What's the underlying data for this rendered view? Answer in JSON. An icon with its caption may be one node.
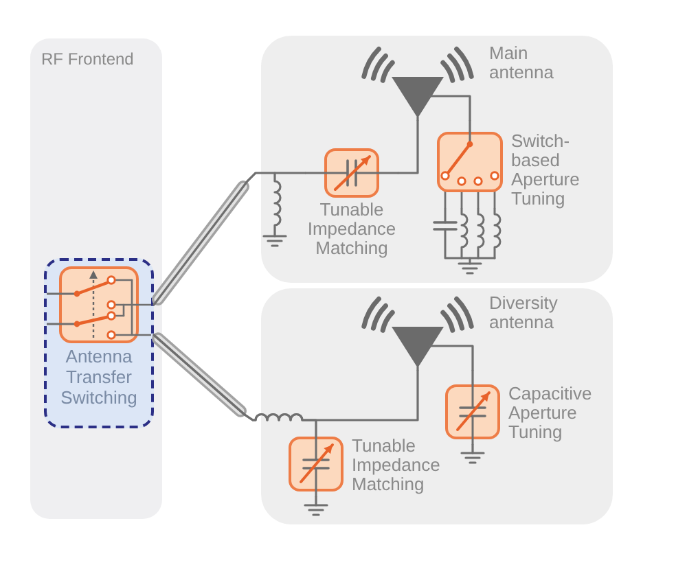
{
  "diagram": {
    "nodes": [
      {
        "text": [
          "RF Frontend"
        ]
      },
      {
        "text": [
          "Antenna Transfer Switching"
        ],
        "in": 0
      },
      {
        "text": [],
        "shape": "box"
      },
      {
        "text": [
          "Main antenna"
        ],
        "in": 2
      },
      {
        "text": [
          "Switch-based Aperture Tuning"
        ],
        "in": 2
      },
      {
        "text": [
          "Tunable Impedance Matching"
        ],
        "in": 2
      },
      {
        "text": [],
        "shape": "box"
      },
      {
        "text": [
          "Diversity antenna"
        ],
        "in": 6
      },
      {
        "text": [
          "Capacitive Aperture Tuning"
        ],
        "in": 6
      },
      {
        "text": [
          "Tunable Impedance Matching"
        ],
        "in": 6
      }
    ],
    "edges": [
      {
        "from": 1,
        "to": 5,
        "arrow": "none"
      },
      {
        "from": 5,
        "to": 3,
        "arrow": "none"
      },
      {
        "from": 3,
        "to": 4,
        "arrow": "none"
      },
      {
        "from": 1,
        "to": 9,
        "arrow": "none"
      },
      {
        "from": 1,
        "to": 7,
        "arrow": "none"
      },
      {
        "from": 7,
        "to": 8,
        "arrow": "none"
      }
    ]
  }
}
